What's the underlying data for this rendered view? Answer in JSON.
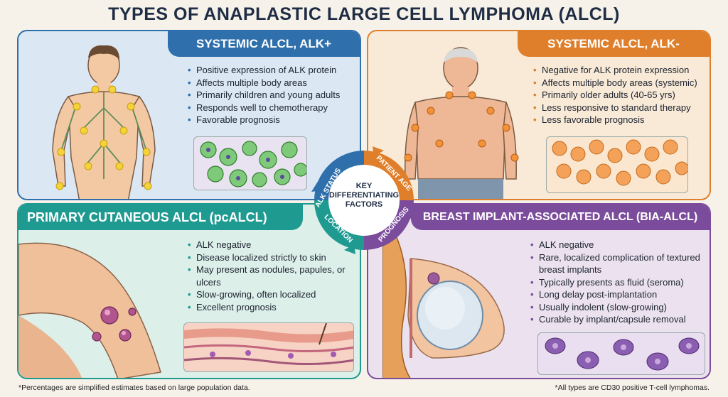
{
  "title": "TYPES OF ANAPLASTIC LARGE CELL LYMPHOMA (ALCL)",
  "quadrants": [
    {
      "header": "SYSTEMIC ALCL, ALK+",
      "color": "#2f6fab",
      "items": [
        "Positive expression of ALK protein",
        "Affects multiple body areas",
        "Primarily children and young adults",
        "Responds well to chemotherapy",
        "Favorable prognosis"
      ]
    },
    {
      "header": "SYSTEMIC ALCL, ALK-",
      "color": "#e07f2b",
      "items": [
        "Negative for ALK protein expression",
        "Affects multiple body areas (systemic)",
        "Primarily older adults (40-65 yrs)",
        "Less responsive to standard therapy",
        "Less favorable prognosis"
      ]
    },
    {
      "header": "PRIMARY CUTANEOUS ALCL (pcALCL)",
      "color": "#1f9a91",
      "items": [
        "ALK negative",
        "Disease localized strictly to skin",
        "May present as nodules, papules, or ulcers",
        "Slow-growing, often localized",
        "Excellent prognosis"
      ]
    },
    {
      "header": "BREAST IMPLANT-ASSOCIATED ALCL (BIA-ALCL)",
      "color": "#7b4c9c",
      "items": [
        "ALK negative",
        "Rare, localized complication of textured breast implants",
        "Typically presents as fluid (seroma)",
        "Long delay post-implantation",
        "Usually indolent (slow-growing)",
        "Curable by implant/capsule removal"
      ]
    }
  ],
  "center": {
    "title": "KEY DIFFERENTIATING FACTORS",
    "factors": [
      "ALK STATUS",
      "PATIENT AGE",
      "LOCATION",
      "PROGNOSIS"
    ]
  },
  "footnotes": {
    "left": "*Percentages are simplified estimates based on large population data.",
    "right": "*All types are CD30 positive T-cell lymphomas."
  }
}
